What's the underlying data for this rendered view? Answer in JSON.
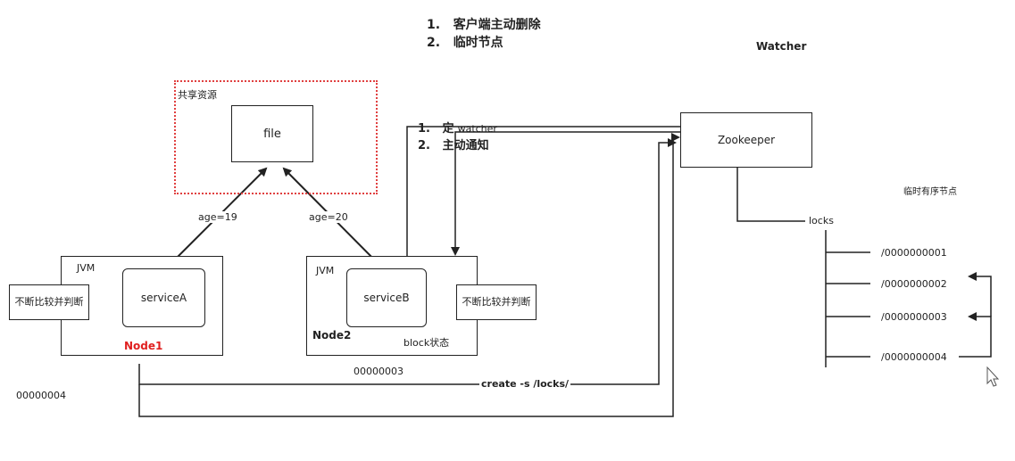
{
  "top_list": [
    "1.",
    "客户端主动删除",
    "2.",
    "临时节点"
  ],
  "watcher_title": "Watcher",
  "shared_resource": {
    "label": "共享资源",
    "file": "file"
  },
  "edges": {
    "age_a": "age=19",
    "age_b": "age=20"
  },
  "notify_list": [
    "1.",
    "定",
    "watcher",
    "2.",
    "主动通知"
  ],
  "node1": {
    "jvm": "JVM",
    "service": "serviceA",
    "side": "不断比较并判断",
    "name": "Node1"
  },
  "node2": {
    "jvm": "JVM",
    "service": "serviceB",
    "side": "不断比较并判断",
    "name": "Node2",
    "state": "block状态"
  },
  "zookeeper": "Zookeeper",
  "seq_nodes_title": "临时有序节点",
  "locks": "locks",
  "lock_nodes": [
    "/0000000001",
    "/0000000002",
    "/0000000003",
    "/0000000004"
  ],
  "ids": {
    "a": "00000003",
    "b": "00000004"
  },
  "create_cmd": "create -s /locks/",
  "colors": {
    "node1_label": "#e02020",
    "dotted_border": "#e04040",
    "line": "#222222"
  }
}
